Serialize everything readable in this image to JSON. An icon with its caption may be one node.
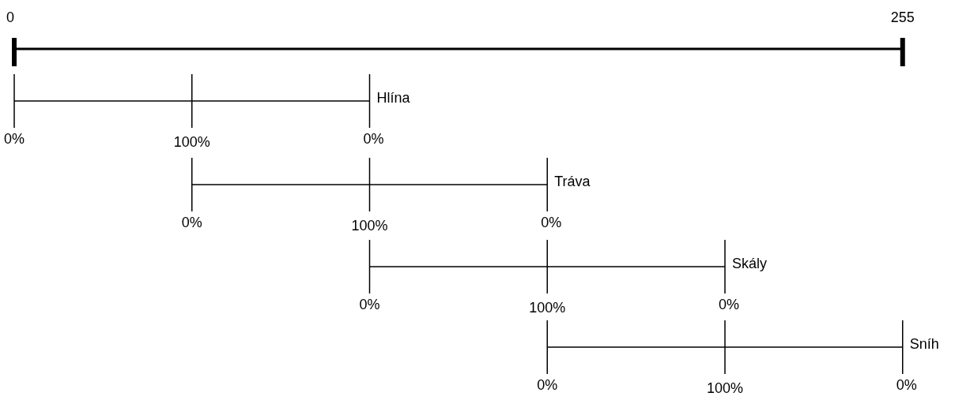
{
  "diagram": {
    "labels": [
      "0",
      "255",
      "Hlína",
      "0%",
      "100%",
      "0%",
      "Tráva",
      "0%",
      "100%",
      "0%",
      "Skály",
      "0%",
      "100%",
      "0%",
      "Sníh",
      "0%",
      "100%",
      "0%"
    ]
  }
}
